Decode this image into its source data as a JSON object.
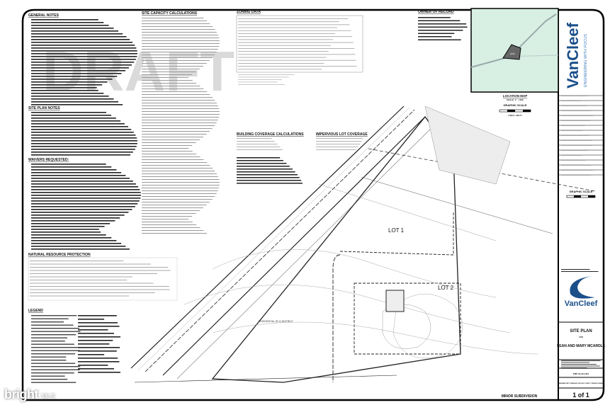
{
  "watermark_draft": "DRAFT",
  "sections": {
    "general_notes": "GENERAL NOTES",
    "site_plan_notes": "SITE PLAN NOTES",
    "waivers": "WAIVERS REQUESTED:",
    "site_capacity": "SITE CAPACITY CALCULATIONS",
    "zoning": "ZONING DATA",
    "owner": "OWNER OF RECORD",
    "building_coverage": "BUILDING COVERAGE CALCULATIONS",
    "impervious": "IMPERVIOUS LOT COVERAGE",
    "natural_resource": "NATURAL RESOURCE PROTECTION",
    "legend": "LEGEND"
  },
  "location_map": {
    "title": "LOCATION MAP",
    "scale": "SCALE: 1\" = 800'",
    "graphic_scale": "GRAPHIC SCALE",
    "scale_note": "1 INCH = 800 FT",
    "site_label": "SITE",
    "map_bg": "#d8efe4"
  },
  "plan": {
    "lot1": "LOT 1",
    "lot2": "LOT 2",
    "district": "RESIDENTIAL (R-2) DISTRICT",
    "graphic_scale": "GRAPHIC SCALE"
  },
  "title_block": {
    "brand": "VanCleef",
    "tagline": "ENGINEERING WITH FOCUS",
    "brand_color": "#1b4f8a",
    "drawing_title": "SITE PLAN",
    "for": "FOR",
    "client": "SEAN AND MARY MCARDLE",
    "tmp": "TMP 01-011-001",
    "township": "BEDMINSTER TOWNSHIP, BUCKS COUNTY, PENNSYLVANIA",
    "sheet": "1 of 1",
    "sheet_type": "MINOR SUBDIVISION"
  },
  "listing_watermark": {
    "brand": "bright",
    "suffix": "MLS"
  }
}
